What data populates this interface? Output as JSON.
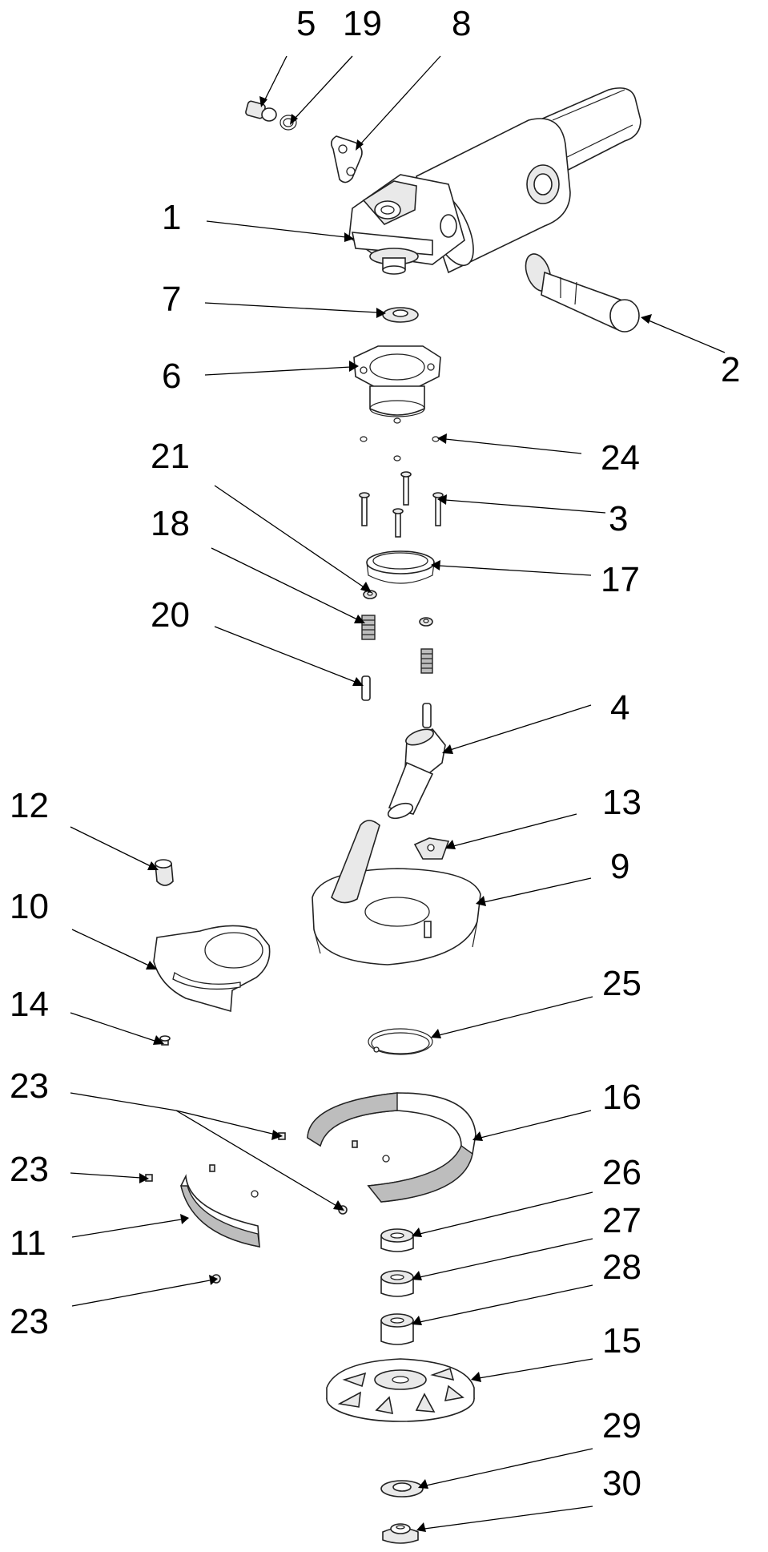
{
  "diagram": {
    "type": "exploded-parts-diagram",
    "callouts": [
      {
        "id": "c5",
        "label": "5"
      },
      {
        "id": "c19",
        "label": "19"
      },
      {
        "id": "c8",
        "label": "8"
      },
      {
        "id": "c1",
        "label": "1"
      },
      {
        "id": "c7",
        "label": "7"
      },
      {
        "id": "c2",
        "label": "2"
      },
      {
        "id": "c6",
        "label": "6"
      },
      {
        "id": "c24",
        "label": "24"
      },
      {
        "id": "c21",
        "label": "21"
      },
      {
        "id": "c3",
        "label": "3"
      },
      {
        "id": "c18",
        "label": "18"
      },
      {
        "id": "c17",
        "label": "17"
      },
      {
        "id": "c20",
        "label": "20"
      },
      {
        "id": "c4",
        "label": "4"
      },
      {
        "id": "c12",
        "label": "12"
      },
      {
        "id": "c13",
        "label": "13"
      },
      {
        "id": "c9",
        "label": "9"
      },
      {
        "id": "c10",
        "label": "10"
      },
      {
        "id": "c25",
        "label": "25"
      },
      {
        "id": "c14",
        "label": "14"
      },
      {
        "id": "c23a",
        "label": "23"
      },
      {
        "id": "c16",
        "label": "16"
      },
      {
        "id": "c23b",
        "label": "23"
      },
      {
        "id": "c26",
        "label": "26"
      },
      {
        "id": "c11",
        "label": "11"
      },
      {
        "id": "c27",
        "label": "27"
      },
      {
        "id": "c28",
        "label": "28"
      },
      {
        "id": "c23c",
        "label": "23"
      },
      {
        "id": "c15",
        "label": "15"
      },
      {
        "id": "c29",
        "label": "29"
      },
      {
        "id": "c30",
        "label": "30"
      }
    ]
  }
}
